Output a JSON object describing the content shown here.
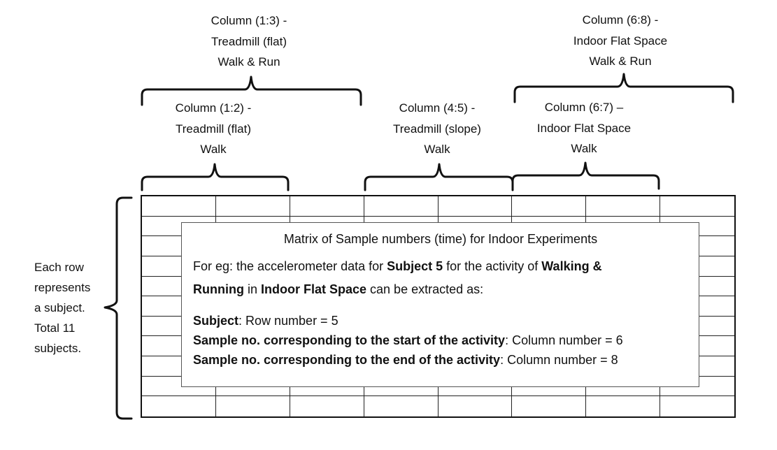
{
  "labels": {
    "group_1_3": [
      "Column (1:3) -",
      "Treadmill (flat)",
      "Walk & Run"
    ],
    "group_6_8": [
      "Column (6:8) -",
      "Indoor Flat Space",
      "Walk & Run"
    ],
    "group_1_2": [
      "Column (1:2) -",
      "Treadmill (flat)",
      "Walk"
    ],
    "group_4_5": [
      "Column (4:5) -",
      "Treadmill (slope)",
      "Walk"
    ],
    "group_6_7": [
      "Column (6:7) –",
      "Indoor Flat Space",
      "Walk"
    ]
  },
  "row_label": [
    "Each row",
    "represents",
    "a subject.",
    "Total 11",
    "subjects."
  ],
  "matrix": {
    "rows": 11,
    "columns": 8,
    "title": "Matrix of Sample numbers (time) for Indoor Experiments",
    "example": {
      "intro_a": "For eg: the accelerometer data for ",
      "intro_subject": "Subject 5",
      "intro_b": " for the activity of ",
      "intro_activity_1": "Walking &",
      "intro_activity_2": "Running",
      "intro_c": " in ",
      "intro_place": "Indoor Flat Space",
      "intro_d": " can be extracted as:",
      "subject_label": "Subject",
      "subject_value": ": Row number = 5",
      "start_label": "Sample no. corresponding to the start of the activity",
      "start_value": ": Column number = 6",
      "end_label": "Sample no. corresponding to the end of the activity",
      "end_value": ": Column number = 8"
    }
  }
}
